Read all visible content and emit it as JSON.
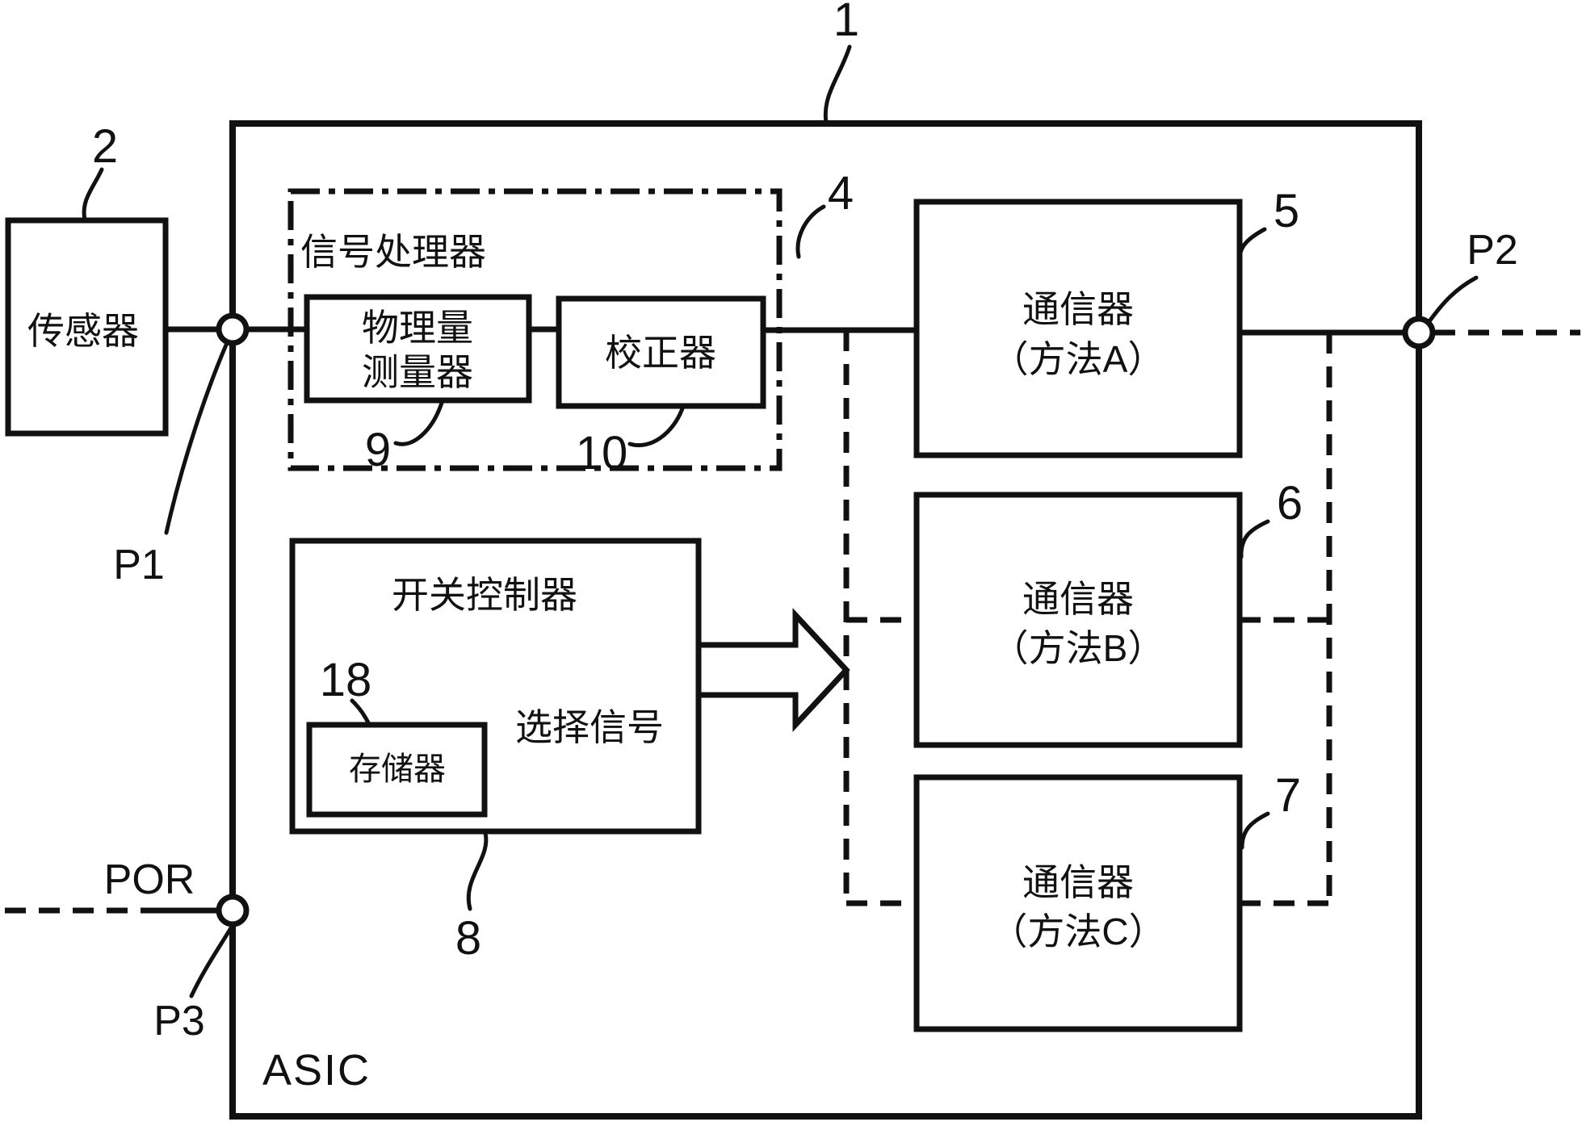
{
  "figure": {
    "refs": {
      "r1": "1",
      "r2": "2",
      "r4": "4",
      "r5": "5",
      "r6": "6",
      "r7": "7",
      "r8": "8",
      "r9": "9",
      "r10": "10",
      "r18": "18"
    },
    "ports": {
      "p1": "P1",
      "p2": "P2",
      "p3": "P3",
      "por": "POR"
    },
    "chip_label": "ASIC",
    "sensor": "传感器",
    "signal_processor": "信号处理器",
    "phys_meter": {
      "line1": "物理量",
      "line2": "测量器"
    },
    "corrector": "校正器",
    "comm_a": {
      "line1": "通信器",
      "line2": "（方法A）"
    },
    "comm_b": {
      "line1": "通信器",
      "line2": "（方法B）"
    },
    "comm_c": {
      "line1": "通信器",
      "line2": "（方法C）"
    },
    "switch_controller": "开关控制器",
    "memory": "存储器",
    "select_signal": "选择信号"
  }
}
